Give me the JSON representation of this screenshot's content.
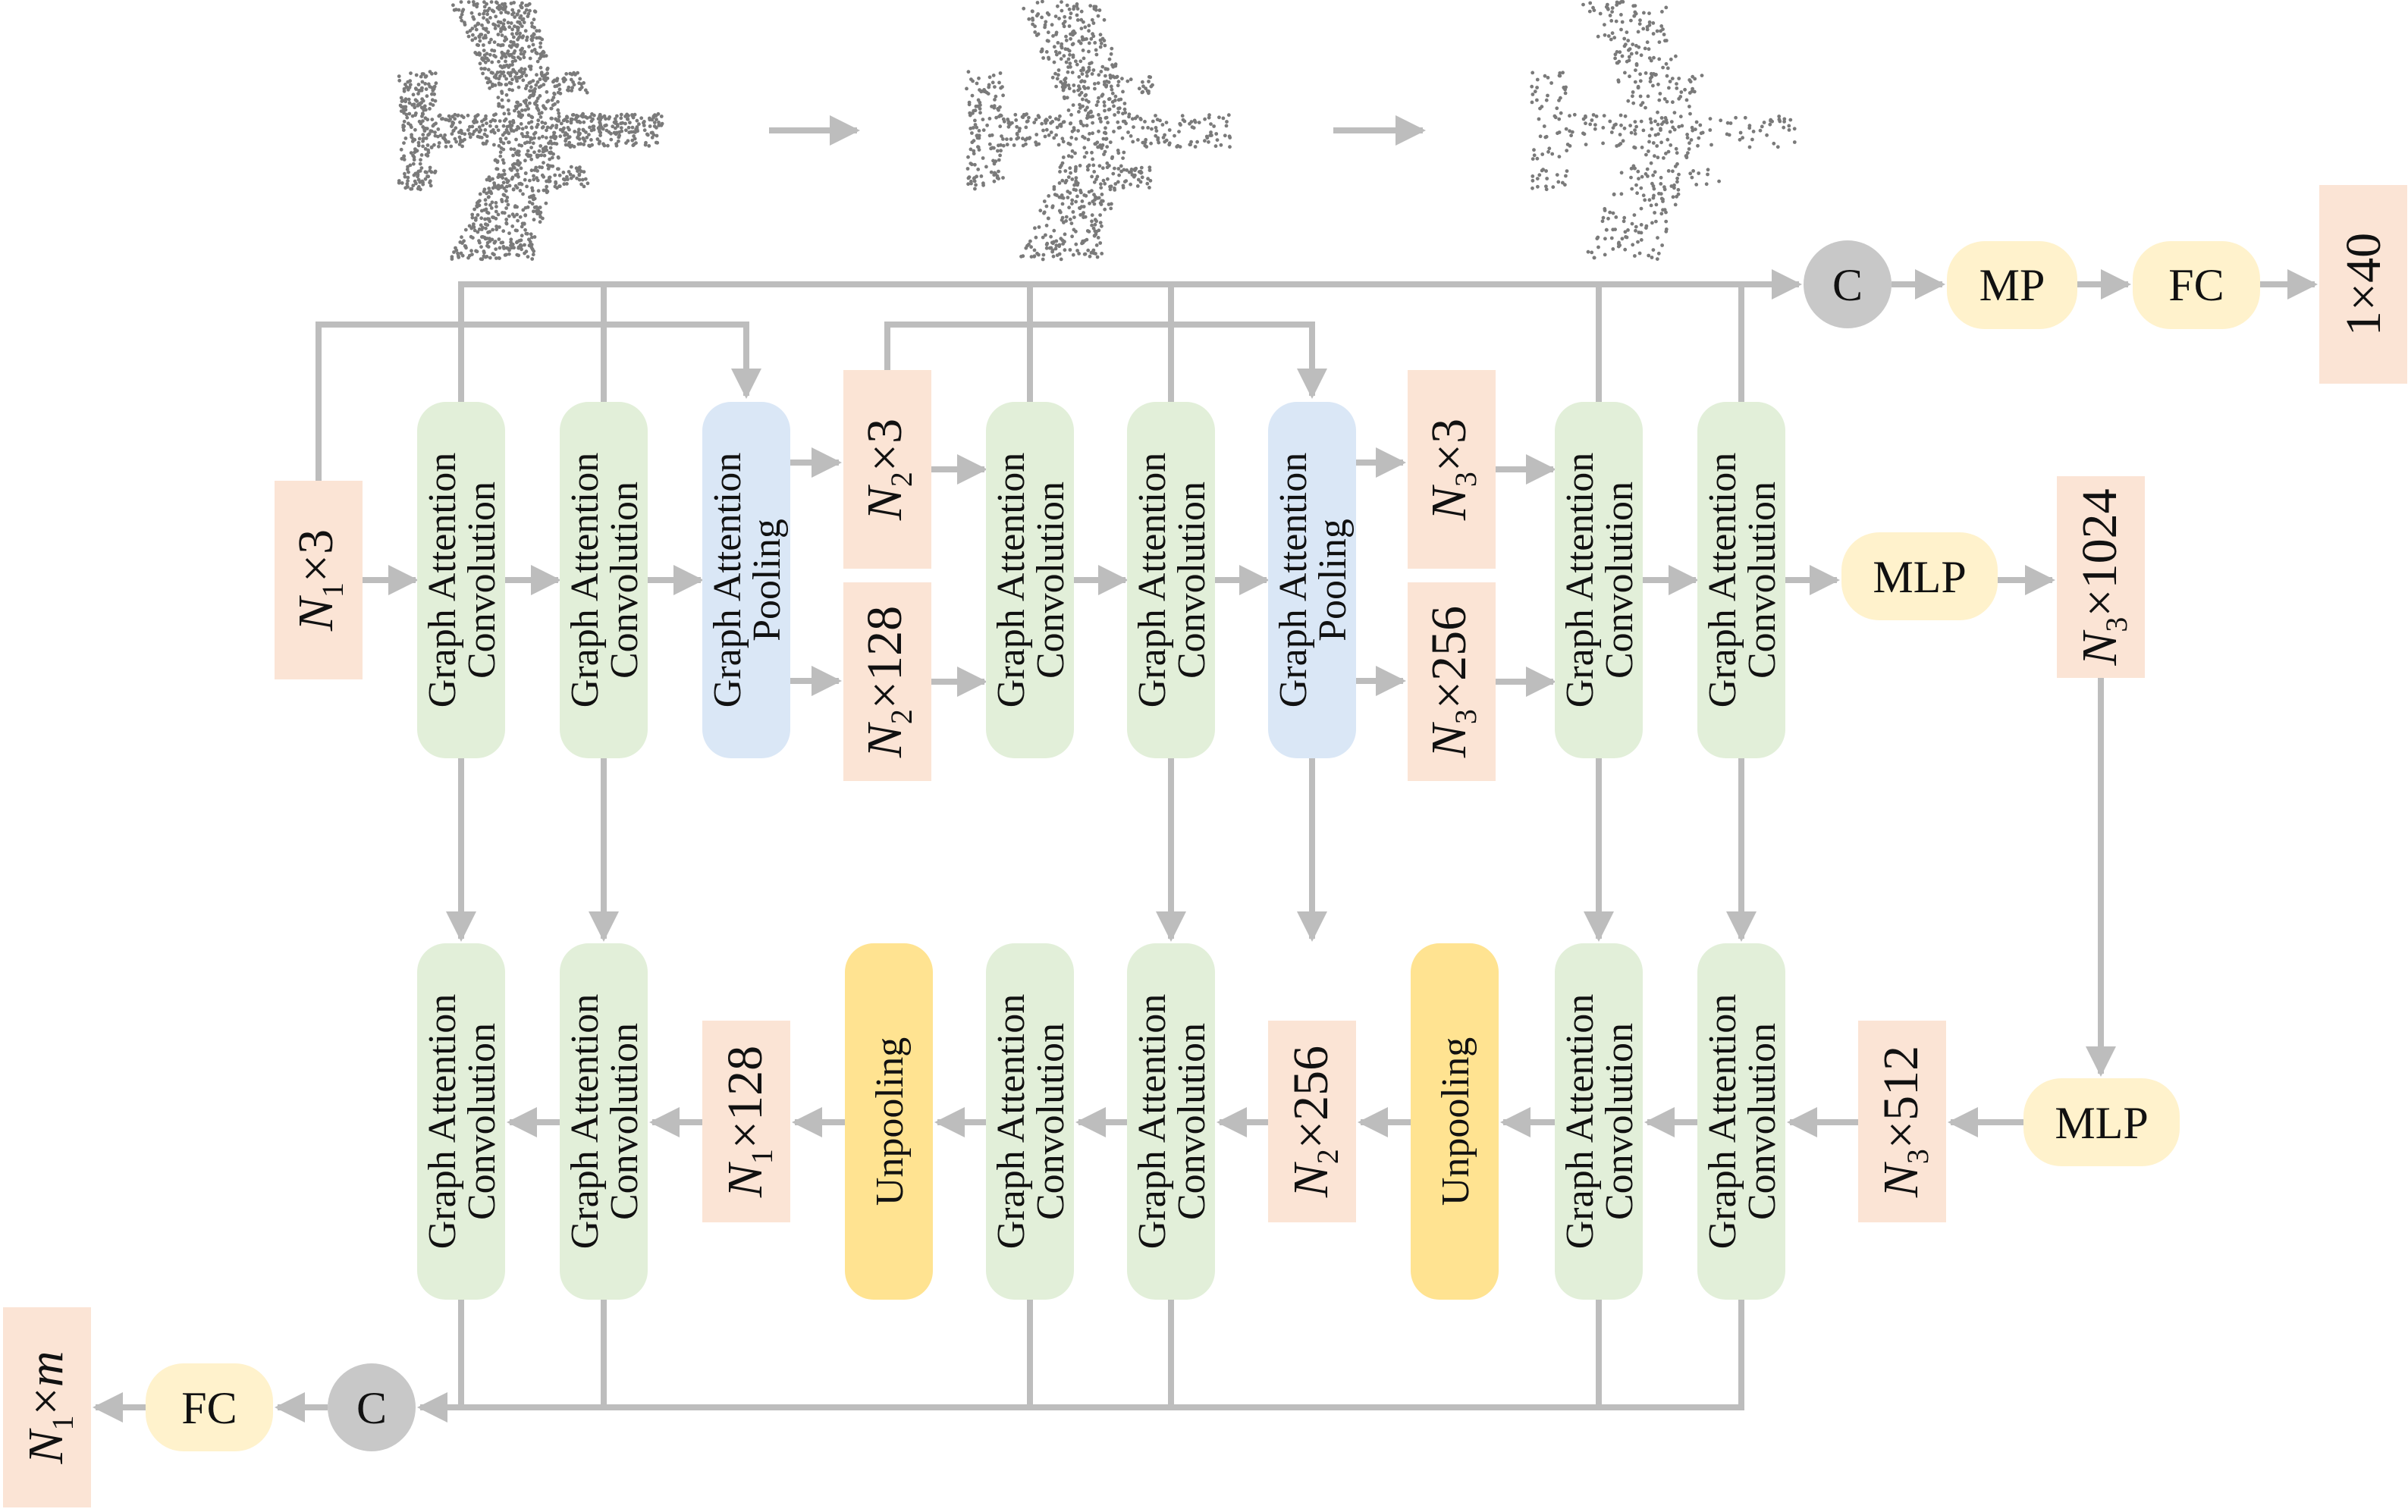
{
  "colors": {
    "gac": "#e2efd9",
    "pool": "#dae7f6",
    "unpool": "#ffe391",
    "dim": "#fbe4d5",
    "op": "#fff2cc",
    "concat": "#c8c8c8",
    "arrow": "#bdbdbd"
  },
  "airplanes": [
    {
      "density": "dense"
    },
    {
      "density": "medium"
    },
    {
      "density": "sparse"
    }
  ],
  "encoder": {
    "input": {
      "sym": "N",
      "sub": "1",
      "rest": "×3"
    },
    "blocks": [
      {
        "kind": "gac",
        "line1": "Graph Attention",
        "line2": "Convolution"
      },
      {
        "kind": "gac",
        "line1": "Graph Attention",
        "line2": "Convolution"
      },
      {
        "kind": "pool",
        "line1": "Graph Attention",
        "line2": "Pooling"
      },
      {
        "kind": "gac",
        "line1": "Graph Attention",
        "line2": "Convolution"
      },
      {
        "kind": "gac",
        "line1": "Graph Attention",
        "line2": "Convolution"
      },
      {
        "kind": "pool",
        "line1": "Graph Attention",
        "line2": "Pooling"
      },
      {
        "kind": "gac",
        "line1": "Graph Attention",
        "line2": "Convolution"
      },
      {
        "kind": "gac",
        "line1": "Graph Attention",
        "line2": "Convolution"
      }
    ],
    "pool1_xyz": {
      "sym": "N",
      "sub": "2",
      "rest": "×3"
    },
    "pool1_feat": {
      "sym": "N",
      "sub": "2",
      "rest": "×128"
    },
    "pool2_xyz": {
      "sym": "N",
      "sub": "3",
      "rest": "×3"
    },
    "pool2_feat": {
      "sym": "N",
      "sub": "3",
      "rest": "×256"
    },
    "mlp": "MLP",
    "global_dim": {
      "sym": "N",
      "sub": "3",
      "rest": "×1024"
    }
  },
  "classification": {
    "concat": "C",
    "mp": "MP",
    "fc": "FC",
    "output": "1×40"
  },
  "decoder": {
    "mlp": "MLP",
    "dim_512": {
      "sym": "N",
      "sub": "3",
      "rest": "×512"
    },
    "dim_256": {
      "sym": "N",
      "sub": "2",
      "rest": "×256"
    },
    "dim_128": {
      "sym": "N",
      "sub": "1",
      "rest": "×128"
    },
    "unpool_label": "Unpooling",
    "blocks": [
      {
        "kind": "gac",
        "line1": "Graph Attention",
        "line2": "Convolution"
      },
      {
        "kind": "gac",
        "line1": "Graph Attention",
        "line2": "Convolution"
      },
      {
        "kind": "unpool",
        "line1": "Unpooling"
      },
      {
        "kind": "gac",
        "line1": "Graph Attention",
        "line2": "Convolution"
      },
      {
        "kind": "gac",
        "line1": "Graph Attention",
        "line2": "Convolution"
      },
      {
        "kind": "unpool",
        "line1": "Unpooling"
      },
      {
        "kind": "gac",
        "line1": "Graph Attention",
        "line2": "Convolution"
      },
      {
        "kind": "gac",
        "line1": "Graph Attention",
        "line2": "Convolution"
      }
    ]
  },
  "segmentation": {
    "concat": "C",
    "fc": "FC",
    "output": {
      "sym": "N",
      "sub": "1",
      "rest": "×",
      "tail": "m"
    }
  }
}
